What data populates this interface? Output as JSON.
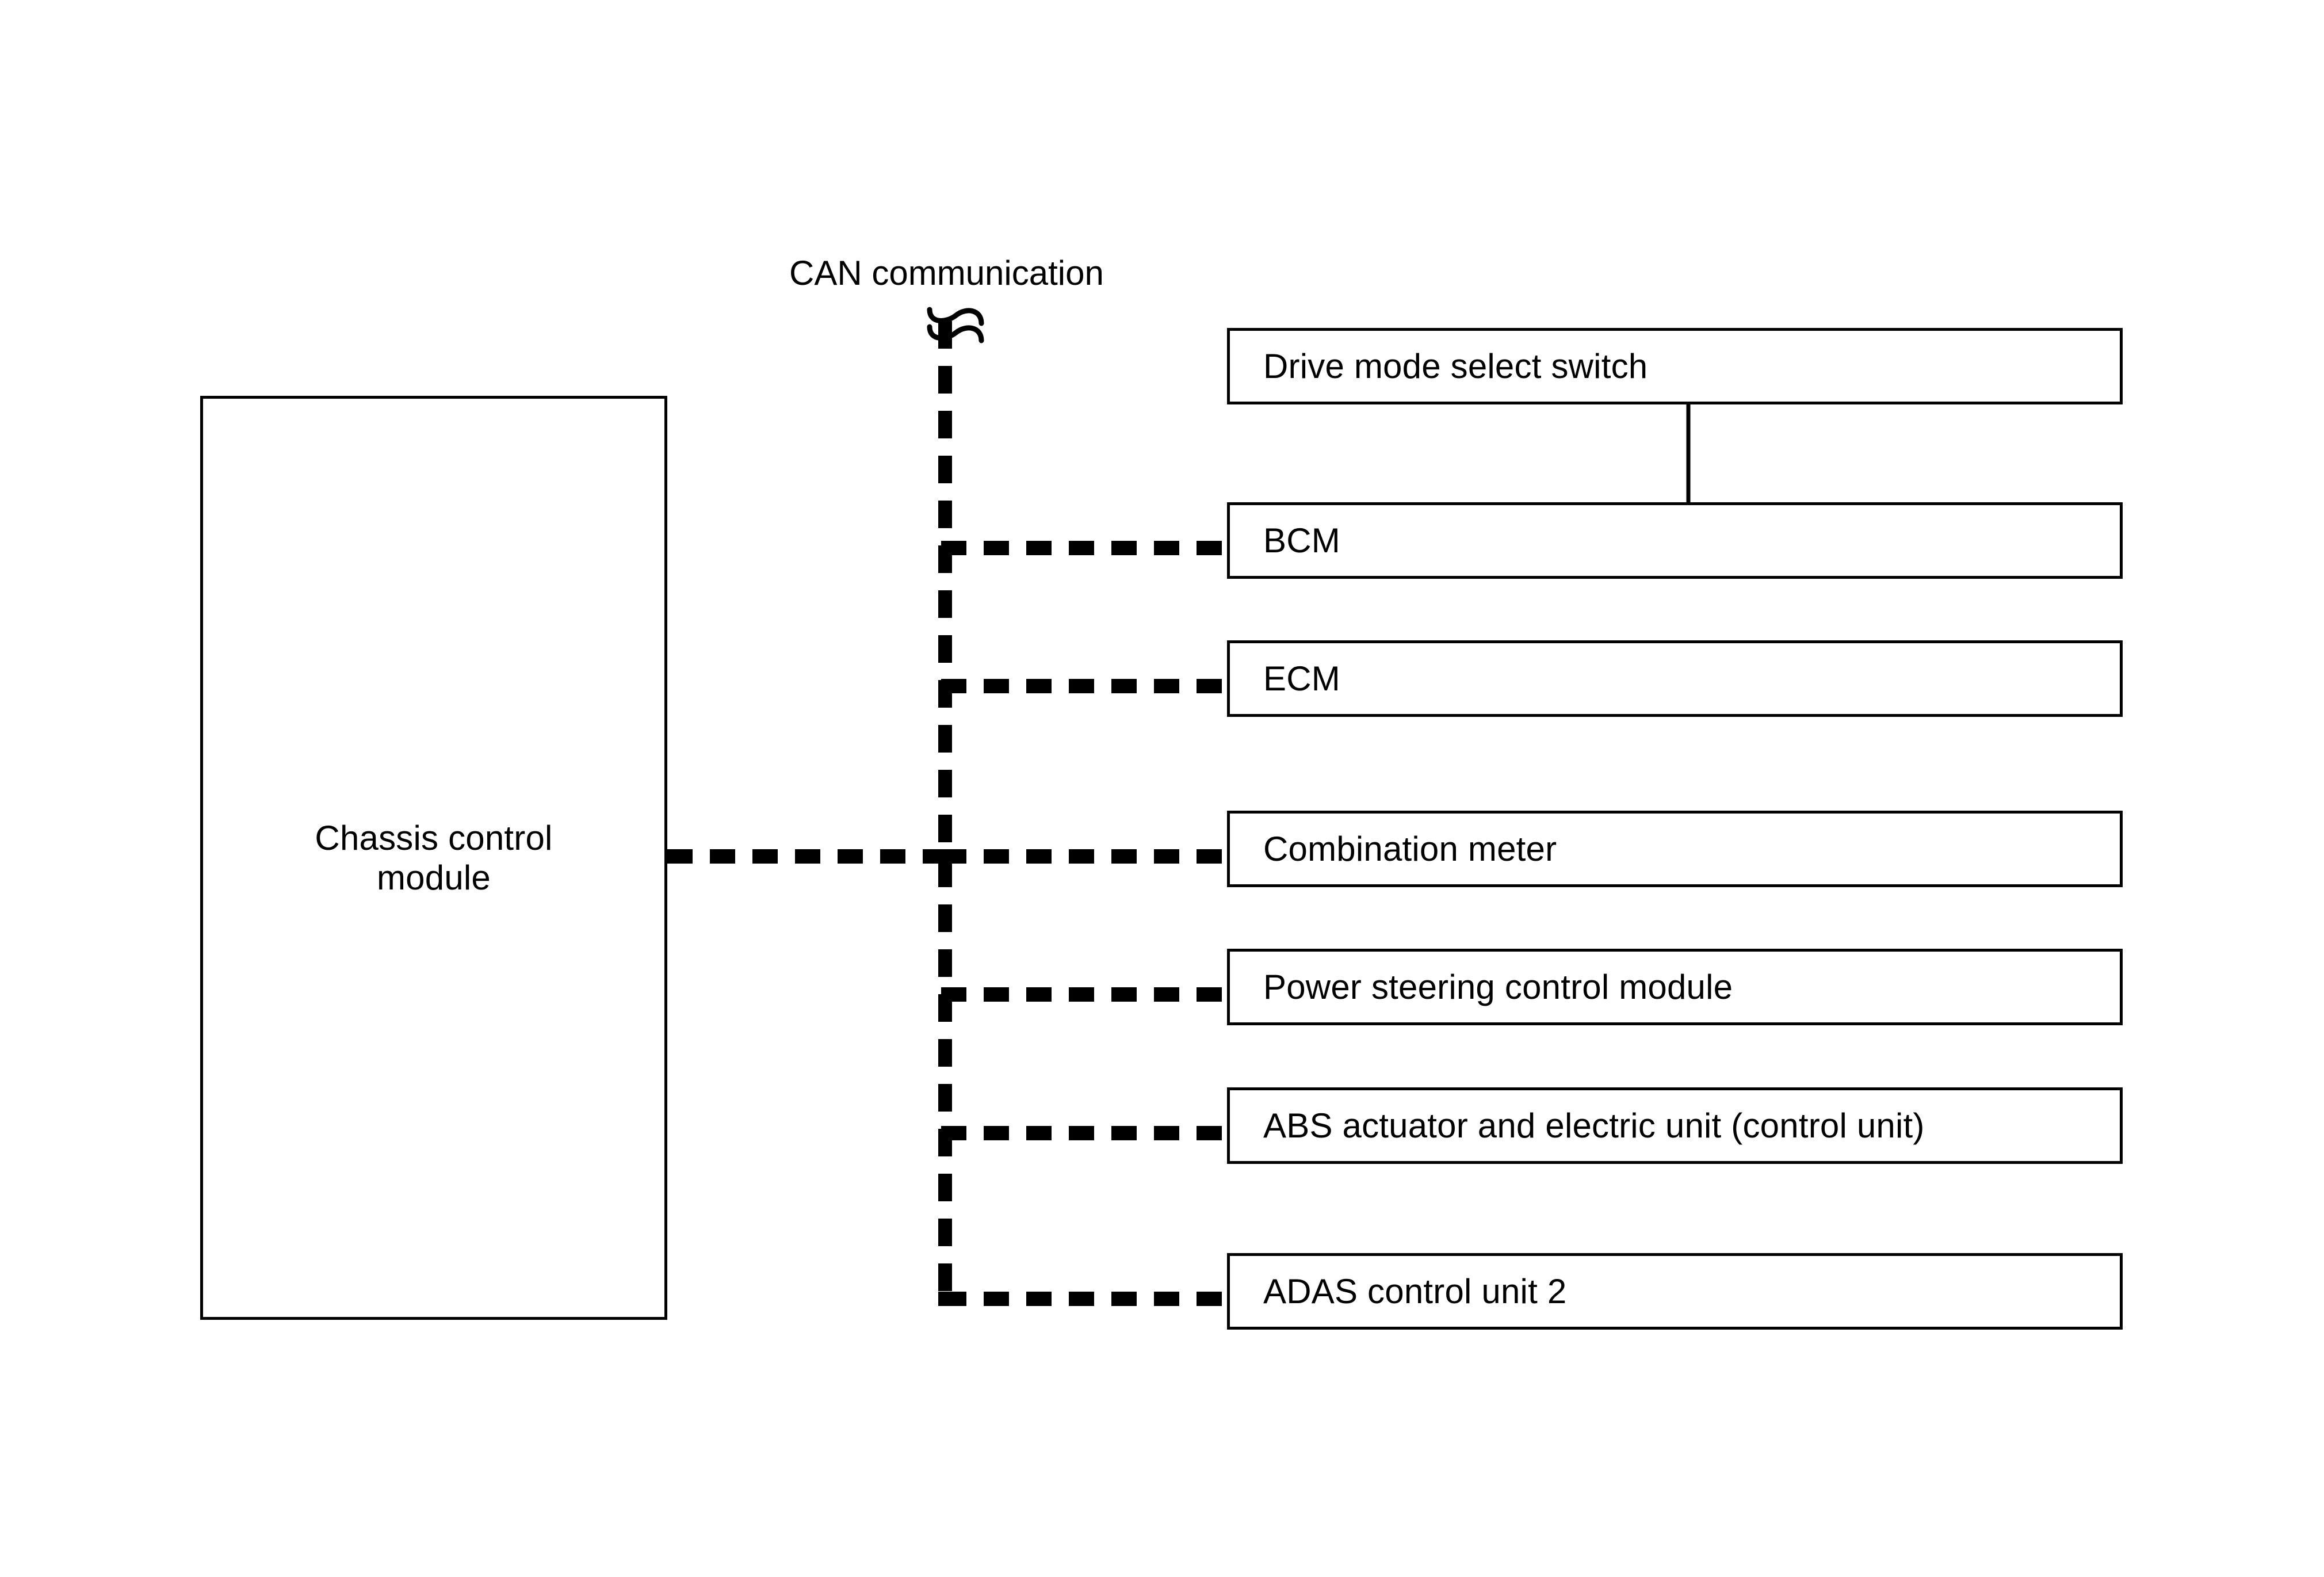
{
  "diagram": {
    "title_text": "CAN communication",
    "bus_label": "CAN communication",
    "colors": {
      "background": "#ffffff",
      "line": "#000000",
      "box_fill": "#ffffff",
      "box_border": "#000000",
      "text": "#000000"
    }
  },
  "source_node": {
    "label": "Chassis control module",
    "label_line1": "Chassis control",
    "label_line2": "module"
  },
  "bus": {
    "name": "CAN communication",
    "style": "dashed-thick",
    "terminator_symbol": "wavy-break"
  },
  "nodes": [
    {
      "id": "drive-mode-select-switch",
      "label": "Drive mode select switch",
      "connected_to_bus": false
    },
    {
      "id": "bcm",
      "label": "BCM",
      "connected_to_bus": true
    },
    {
      "id": "ecm",
      "label": "ECM",
      "connected_to_bus": true
    },
    {
      "id": "combination-meter",
      "label": "Combination meter",
      "connected_to_bus": true
    },
    {
      "id": "power-steering-control-module",
      "label": "Power steering control module",
      "connected_to_bus": true
    },
    {
      "id": "abs-actuator-and-electric-unit",
      "label": "ABS actuator and electric unit (control unit)",
      "connected_to_bus": true
    },
    {
      "id": "adas-control-unit-2",
      "label": "ADAS control unit 2",
      "connected_to_bus": true
    }
  ],
  "signal_arrow": {
    "from": "Drive mode select switch",
    "to": "BCM",
    "direction": "down"
  }
}
